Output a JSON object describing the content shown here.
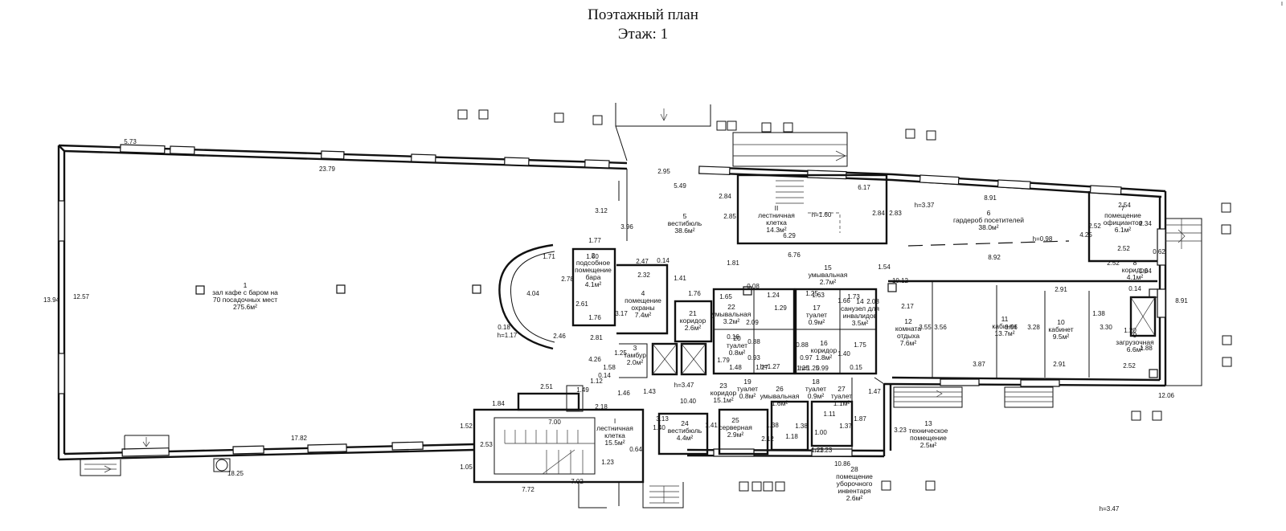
{
  "header": {
    "title": "Поэтажный план",
    "floor": "Этаж: 1"
  },
  "corner_mark": "I",
  "rooms": [
    {
      "num": "1",
      "lines": [
        "зал кафе с баром на",
        "70 посадочных мест",
        "275.6м²"
      ]
    },
    {
      "num": "2",
      "lines": [
        "подсобное",
        "помещение",
        "бара",
        "4.1м²"
      ]
    },
    {
      "num": "3",
      "lines": [
        "тамбур",
        "2.0м²"
      ]
    },
    {
      "num": "4",
      "lines": [
        "помещение",
        "охраны",
        "7.4м²"
      ]
    },
    {
      "num": "5",
      "lines": [
        "вестибюль",
        "38.6м²"
      ]
    },
    {
      "num": "6",
      "lines": [
        "гардероб посетителей",
        "38.0м²"
      ]
    },
    {
      "num": "7",
      "lines": [
        "помещение",
        "официантов",
        "6.1м²"
      ]
    },
    {
      "num": "8",
      "lines": [
        "коридор",
        "4.1м²"
      ]
    },
    {
      "num": "9",
      "lines": [
        "загрузочная",
        "6.6м²"
      ]
    },
    {
      "num": "10",
      "lines": [
        "кабинет",
        "9.5м²"
      ]
    },
    {
      "num": "11",
      "lines": [
        "кабинет",
        "13.7м²"
      ]
    },
    {
      "num": "12",
      "lines": [
        "комната",
        "отдыха",
        "7.6м²"
      ]
    },
    {
      "num": "13",
      "lines": [
        "техническое",
        "помещение",
        "2.5м²"
      ]
    },
    {
      "num": "14",
      "lines": [
        "санузел для",
        "инвалидов",
        "3.5м²"
      ]
    },
    {
      "num": "15",
      "lines": [
        "умывальная",
        "2.7м²"
      ]
    },
    {
      "num": "16",
      "lines": [
        "коридор",
        "1.8м²"
      ]
    },
    {
      "num": "17",
      "lines": [
        "туалет",
        "0.9м²"
      ]
    },
    {
      "num": "18",
      "lines": [
        "туалет",
        "0.9м²"
      ]
    },
    {
      "num": "19",
      "lines": [
        "туалет",
        "0.8м²"
      ]
    },
    {
      "num": "20",
      "lines": [
        "туалет",
        "0.8м²"
      ]
    },
    {
      "num": "21",
      "lines": [
        "коридор",
        "2.6м²"
      ]
    },
    {
      "num": "22",
      "lines": [
        "умывальная",
        "3.2м²"
      ]
    },
    {
      "num": "23",
      "lines": [
        "коридор",
        "15.1м²"
      ]
    },
    {
      "num": "24",
      "lines": [
        "вестибюль",
        "4.4м²"
      ]
    },
    {
      "num": "25",
      "lines": [
        "серверная",
        "2.9м²"
      ]
    },
    {
      "num": "26",
      "lines": [
        "умывальная",
        "1.6м²"
      ]
    },
    {
      "num": "27",
      "lines": [
        "туалет",
        "1.1м²"
      ]
    },
    {
      "num": "28",
      "lines": [
        "помещение",
        "уборочного",
        "инвентаря",
        "2.6м²"
      ]
    },
    {
      "num": "I",
      "lines": [
        "лестничная",
        "клетка",
        "15.5м²"
      ]
    },
    {
      "num": "II",
      "lines": [
        "лестничная",
        "клетка",
        "14.3м²"
      ]
    }
  ],
  "dimensions": [
    "5.73",
    "23.79",
    "13.94",
    "12.57",
    "17.82",
    "18.25",
    "7.72",
    "7.02",
    "7.00",
    "1.84",
    "2.51",
    "1.49",
    "1.52",
    "2.53",
    "1.05",
    "2.18",
    "1.46",
    "1.43",
    "3.13",
    "1.40",
    "1.23",
    "0.64",
    "4.26",
    "0.14",
    "1.12",
    "1.25",
    "1.58",
    "2.81",
    "3.17",
    "2.78",
    "2.61",
    "1.76",
    "1.60",
    "1.77",
    "1.71",
    "4.04",
    "0.18",
    "2.46",
    "3.12",
    "3.96",
    "2.95",
    "5.49",
    "2.47",
    "0.14",
    "2.32",
    "1.41",
    "1.76",
    "1.81",
    "2.84",
    "2.85",
    "6.17",
    "6.29",
    "6.76",
    "2.83",
    "2.84",
    "8.91",
    "8.92",
    "2.54",
    "2.52",
    "2.52",
    "2.34",
    "0.62",
    "1.64",
    "4.25",
    "2.52",
    "0.14",
    "1.38",
    "1.20",
    "3.30",
    "1.88",
    "2.52",
    "8.91",
    "12.06",
    "10.12",
    "2.17",
    "3.55",
    "3.56",
    "3.56",
    "3.28",
    "2.91",
    "2.91",
    "3.87",
    "1.54",
    "2.08",
    "1.73",
    "1.66",
    "1.63",
    "1.25",
    "1.40",
    "1.75",
    "0.15",
    "0.08",
    "1.24",
    "1.29",
    "2.09",
    "1.65",
    "0.16",
    "0.93",
    "0.88",
    "0.97",
    "0.99",
    "0.88",
    "1.79",
    "1.48",
    "1.27",
    "1.25",
    "10.40",
    "1.41",
    "2.12",
    "1.38",
    "1.18",
    "1.00",
    "1.11",
    "1.37",
    "1.87",
    "1.47",
    "3.23",
    "10.86",
    "1.23",
    "1.38"
  ],
  "heights": [
    "h=3.37",
    "h=1.60",
    "h=0.98",
    "h=1.17",
    "h=3.47",
    "h=1.27",
    "h=1.25",
    "h=1.23",
    "h=3.47"
  ]
}
